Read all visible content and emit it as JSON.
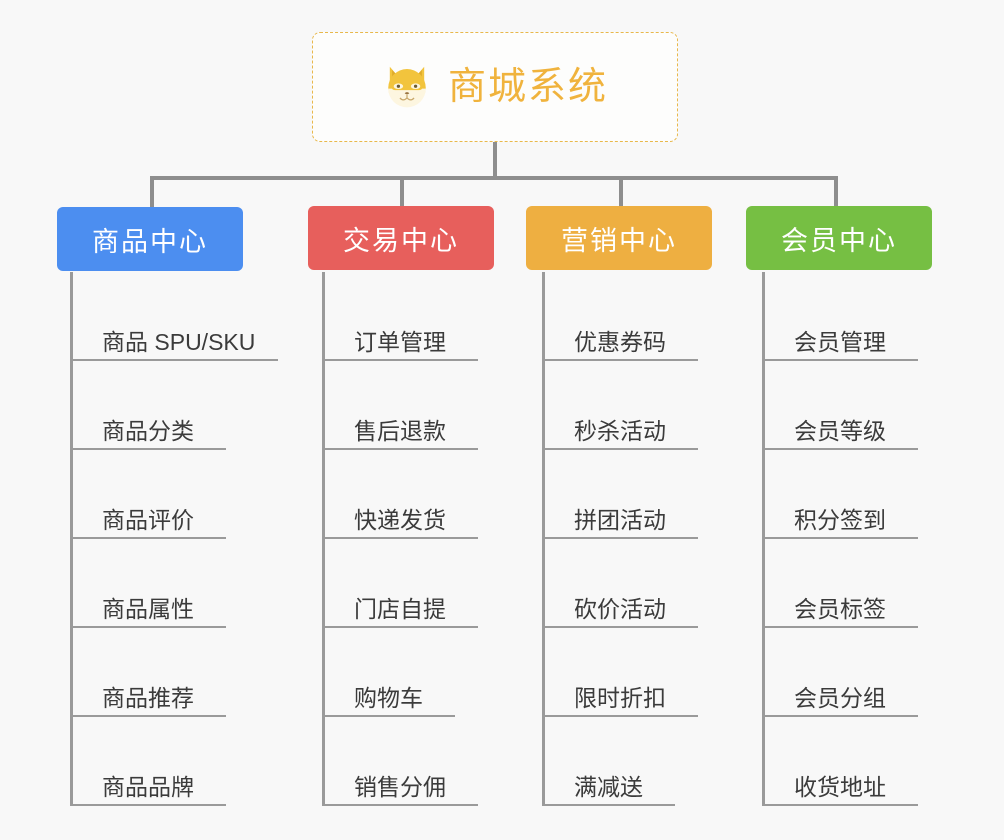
{
  "root": {
    "title": "商城系统",
    "icon": "shiba-dog-icon",
    "border_color": "#e8b84b",
    "text_color": "#f0b33d"
  },
  "connector_color": "#8e8e8e",
  "background": "#f8f8f8",
  "columns": [
    {
      "key": "product-center",
      "label": "商品中心",
      "color": "#4c8ef0",
      "items": [
        "商品 SPU/SKU",
        "商品分类",
        "商品评价",
        "商品属性",
        "商品推荐",
        "商品品牌"
      ]
    },
    {
      "key": "trade-center",
      "label": "交易中心",
      "color": "#e75f5c",
      "items": [
        "订单管理",
        "售后退款",
        "快递发货",
        "门店自提",
        "购物车",
        "销售分佣"
      ]
    },
    {
      "key": "marketing-center",
      "label": "营销中心",
      "color": "#eeaf41",
      "items": [
        "优惠券码",
        "秒杀活动",
        "拼团活动",
        "砍价活动",
        "限时折扣",
        "满减送"
      ]
    },
    {
      "key": "member-center",
      "label": "会员中心",
      "color": "#76bf43",
      "items": [
        "会员管理",
        "会员等级",
        "积分签到",
        "会员标签",
        "会员分组",
        "收货地址"
      ]
    }
  ]
}
